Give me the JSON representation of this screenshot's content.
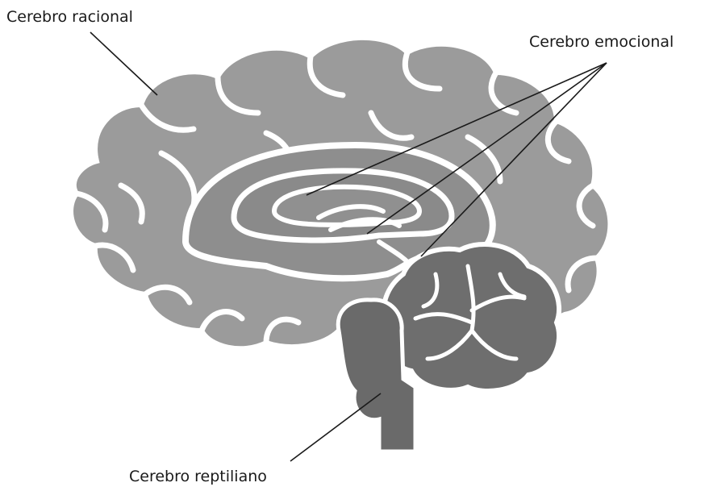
{
  "labels": {
    "rational": "Cerebro racional",
    "emotional": "Cerebro emocional",
    "reptilian": "Cerebro reptiliano"
  },
  "colors": {
    "cerebrum": "#9b9b9b",
    "limbic": "#8c8c8c",
    "brainstem": "#6a6a6a",
    "cerebellum": "#6e6e6e",
    "outline": "#ffffff",
    "leader": "#1a1a1a"
  }
}
